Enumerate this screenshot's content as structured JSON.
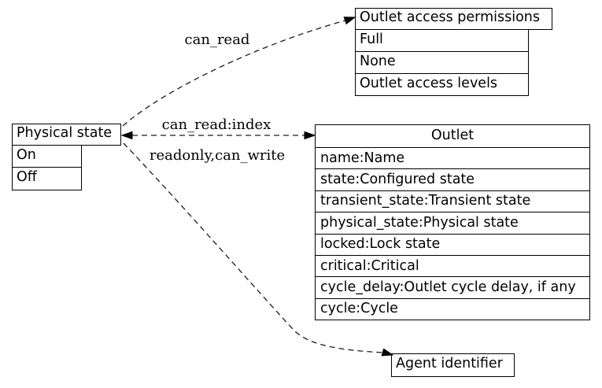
{
  "diagram": {
    "colors": {
      "background": "#ffffff",
      "stroke": "#000000",
      "text": "#000000"
    },
    "nodes": {
      "physical_state": {
        "title": "Physical state",
        "values": [
          "On",
          "Off"
        ]
      },
      "outlet_access_permissions": {
        "title": "Outlet access permissions",
        "values": [
          "Full",
          "None",
          "Outlet access levels"
        ]
      },
      "outlet": {
        "title": "Outlet",
        "fields": [
          "name:Name",
          "state:Configured state",
          "transient_state:Transient state",
          "physical_state:Physical state",
          "locked:Lock state",
          "critical:Critical",
          "cycle_delay:Outlet cycle delay, if any",
          "cycle:Cycle"
        ]
      },
      "agent_identifier": {
        "title": "Agent identifier"
      }
    },
    "edges": [
      {
        "label": "can_read",
        "from": "Physical state",
        "to": "Outlet access permissions",
        "style": "dashed"
      },
      {
        "label": "can_read:index",
        "from": "Physical state",
        "to": "Outlet",
        "style": "dashed",
        "direction": "both"
      },
      {
        "label": "readonly,can_write",
        "from": "Physical state",
        "to": "Agent identifier",
        "style": "dashed"
      }
    ]
  }
}
